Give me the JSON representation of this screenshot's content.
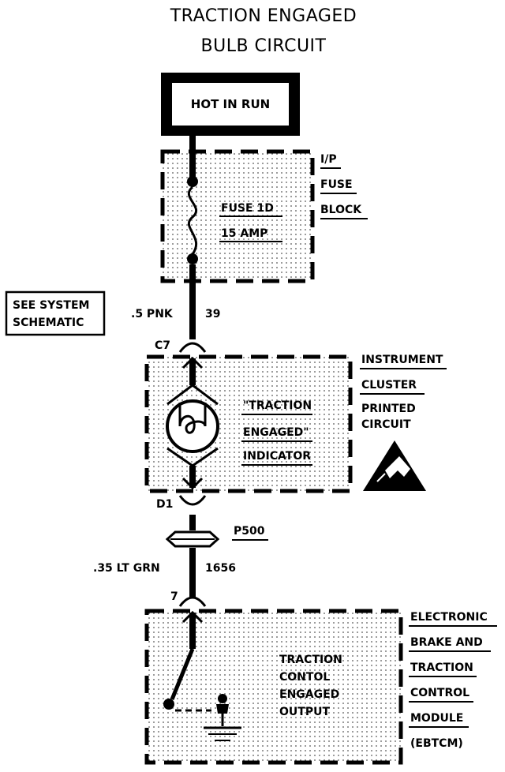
{
  "title": {
    "line1": "TRACTION ENGAGED",
    "line2": "BULB CIRCUIT"
  },
  "power": {
    "label": "HOT IN RUN"
  },
  "fuse_block": {
    "labels": [
      "I/P",
      "FUSE",
      "BLOCK"
    ],
    "fuse_name": "FUSE 1D",
    "fuse_rating": "15 AMP"
  },
  "see_schematic": {
    "line1": "SEE SYSTEM",
    "line2": "SCHEMATIC"
  },
  "wire1": {
    "gauge_color": ".5 PNK",
    "circuit": "39"
  },
  "connectors": {
    "c7": "C7",
    "d1": "D1",
    "pin7": "7"
  },
  "cluster": {
    "labels": [
      "INSTRUMENT",
      "CLUSTER",
      "PRINTED",
      "CIRCUIT"
    ],
    "indicator_lines": [
      "\"TRACTION",
      "ENGAGED\"",
      "INDICATOR"
    ]
  },
  "splice": {
    "label": "P500"
  },
  "wire2": {
    "gauge_color": ".35 LT GRN",
    "circuit": "1656"
  },
  "ebtcm": {
    "labels": [
      "ELECTRONIC",
      "BRAKE AND",
      "TRACTION",
      "CONTROL",
      "MODULE",
      "(EBTCM)"
    ],
    "output_lines": [
      "TRACTION",
      "CONTOL",
      "ENGAGED",
      "OUTPUT"
    ]
  }
}
